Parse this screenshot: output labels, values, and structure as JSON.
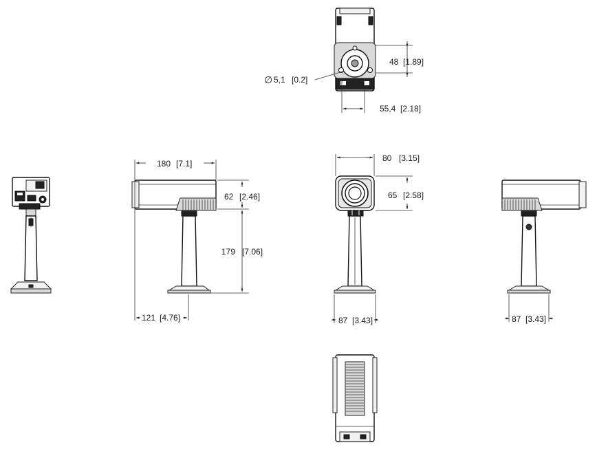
{
  "dimensions": {
    "hole_diameter": {
      "symbol": "∅",
      "value": "5,1",
      "inch": "[0.2]"
    },
    "top_height": {
      "value": "48",
      "inch": "[1.89]"
    },
    "top_width": {
      "value": "55,4",
      "inch": "[2.18]"
    },
    "length": {
      "value": "180",
      "inch": "[7.1]"
    },
    "body_height_side": {
      "value": "62",
      "inch": "[2.46]"
    },
    "stand_height": {
      "value": "179",
      "inch": "[7.06]"
    },
    "base_length": {
      "value": "121",
      "inch": "[4.76]"
    },
    "front_width": {
      "value": "80",
      "inch": "[3.15]"
    },
    "front_height": {
      "value": "65",
      "inch": "[2.58]"
    },
    "base_width_front": {
      "value": "87",
      "inch": "[3.43]"
    },
    "base_width_right": {
      "value": "87",
      "inch": "[3.43]"
    }
  },
  "views": [
    "back-view",
    "top-view",
    "left-side-view",
    "front-view",
    "right-side-view",
    "bottom-view"
  ]
}
